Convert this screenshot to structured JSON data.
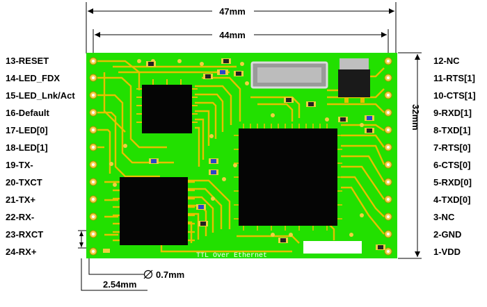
{
  "dimensions": {
    "width_total": "47mm",
    "width_inner": "44mm",
    "height": "32mm",
    "hole_diameter": "0.7mm",
    "pin_pitch": "2.54mm"
  },
  "left_pins": [
    "13-RESET",
    "14-LED_FDX",
    "15-LED_Lnk/Act",
    "16-Default",
    "17-LED[0]",
    "18-LED[1]",
    "19-TX-",
    "20-TXCT",
    "21-TX+",
    "22-RX-",
    "23-RXCT",
    "24-RX+"
  ],
  "right_pins": [
    "12-NC",
    "11-RTS[1]",
    "10-CTS[1]",
    "9-RXD[1]",
    "8-TXD[1]",
    "7-RTS[0]",
    "6-CTS[0]",
    "5-RXD[0]",
    "4-TXD[0]",
    "3-NC",
    "2-GND",
    "1-VDD"
  ],
  "board": {
    "silkscreen": "TTL Over Ethernet",
    "pcb_color": "#22e000",
    "trace_color": "#e6c000",
    "chip_color": "#050505"
  }
}
